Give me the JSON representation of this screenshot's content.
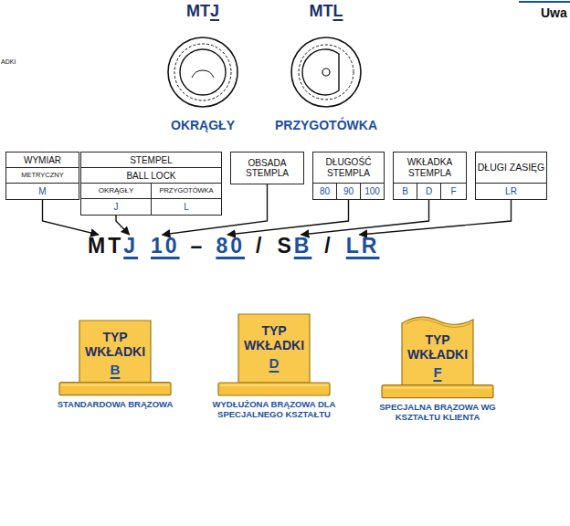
{
  "diagram": {
    "nodes": [
      {
        "text": [
          "MT",
          "J",
          "OKRĄGŁY"
        ]
      },
      {
        "text": [
          "MT",
          "L",
          "PRZYGOTÓWKA"
        ]
      },
      {
        "text": [
          "WYMIAR"
        ]
      },
      {
        "text": [
          "METRYCZNY"
        ]
      },
      {
        "text": [
          "M"
        ]
      },
      {
        "text": [
          "STEMPEL"
        ]
      },
      {
        "text": [
          "BALL LOCK"
        ]
      },
      {
        "text": [
          "OKRĄGŁY"
        ]
      },
      {
        "text": [
          "PRZYGOTÓWKA"
        ]
      },
      {
        "text": [
          "J"
        ]
      },
      {
        "text": [
          "L"
        ]
      },
      {
        "text": [
          "OBSADA STEMPLA"
        ]
      },
      {
        "text": [
          "DŁUGOŚĆ STEMPLA"
        ]
      },
      {
        "text": [
          "80"
        ]
      },
      {
        "text": [
          "90"
        ]
      },
      {
        "text": [
          "100"
        ]
      },
      {
        "text": [
          "WKŁADKA STEMPLA"
        ]
      },
      {
        "text": [
          "B"
        ]
      },
      {
        "text": [
          "D"
        ]
      },
      {
        "text": [
          "F"
        ]
      },
      {
        "text": [
          "DŁUGI ZASIĘG"
        ]
      },
      {
        "text": [
          "LR"
        ]
      },
      {
        "text": [
          "TYP WKŁADKI",
          "B",
          "STANDARDOWA BRĄZOWA"
        ]
      },
      {
        "text": [
          "TYP WKŁADKI",
          "D",
          "WYDŁUŻONA BRĄZOWA DLA SPECJALNEGO KSZTAŁTU"
        ]
      },
      {
        "text": [
          "TYP WKŁADKI",
          "F",
          "SPECJALNA BRĄZOWA WG KSZTAŁTU KLIENTA"
        ]
      }
    ],
    "labels": [
      "ADKI",
      "Uwa",
      "MT",
      "J",
      "10",
      "–",
      "80",
      "/",
      "S",
      "B",
      "/",
      "LR"
    ]
  }
}
